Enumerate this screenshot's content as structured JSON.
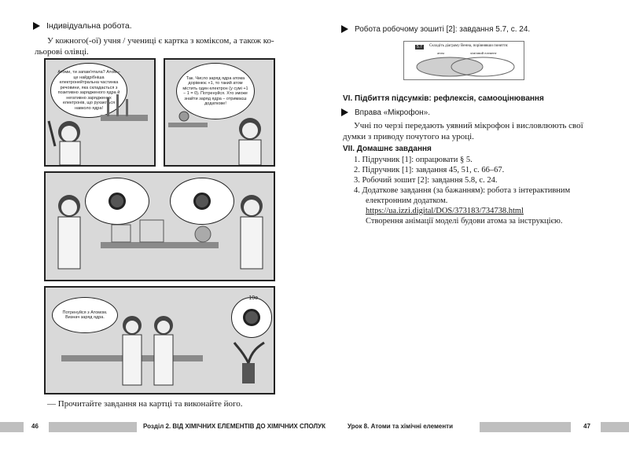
{
  "left": {
    "heading": "Індивідуальна робота.",
    "intro_line1": "У кожного(-ої) учня / учениці є картка з коміксом, а також ко-",
    "intro_line2": "льорові олівці.",
    "bubble1": "Атоми, ти запам'ятала? Атом – це найдрібніша електронейтральна частинка речовини, яка складається з позитивно зарядженого ядра й негативно заряджених електронів, що рухаються навколо ядра!",
    "bubble2": "Так. Число заряд ядра атома дорівнює +1, то такий атом містить один електрон (у сумі +1 − 1 = 0). Потренуйся. Хто зможе знайти заряд ядра – отримаєш додаткове!",
    "bubble3": "Потренуйся з Атомом. Визнач заряд ядра.",
    "label_neg10": "-10e",
    "task": "— Прочитайте завдання на картці та виконайте його."
  },
  "right": {
    "workbook": "Робота робочому зошиті [2]: завдання 5.7, с. 24.",
    "figure_num": "5.7",
    "figure_caption_line1": "Складіть діаграму Венна, порівнявши поняття:",
    "venn_left": "атом",
    "venn_right": "хімічний елемент",
    "section6": "VI. Підбиття підсумків: рефлексія, самооцінювання",
    "exercise": "Вправа «Мікрофон».",
    "exercise_line1": "Учні по черзі передають уявний мікрофон і висловлюють свої",
    "exercise_line2": "думки з приводу почутого на уроці.",
    "section7": "VII. Домашнє завдання",
    "hw1": "1. Підручник [1]: опрацювати § 5.",
    "hw2": "2. Підручник [1]: завдання 45, 51, с. 66–67.",
    "hw3": "3. Робочий зошит [2]: завдання 5.8, с. 24.",
    "hw4a": "4. Додаткове завдання (за бажанням): робота з інтерактивним",
    "hw4b": "електронним додатком.",
    "link": "https://ua.izzi.digital/DOS/373183/734738.html",
    "hw4c": "Створення анімації моделі будови атома за інструкцією."
  },
  "footer": {
    "page_left": "46",
    "section_left": "Розділ 2. ВІД ХІМІЧНИХ ЕЛЕМЕНТІВ ДО ХІМІЧНИХ СПОЛУК",
    "section_right": "Урок 8. Атоми та хімічні елементи",
    "page_right": "47"
  }
}
